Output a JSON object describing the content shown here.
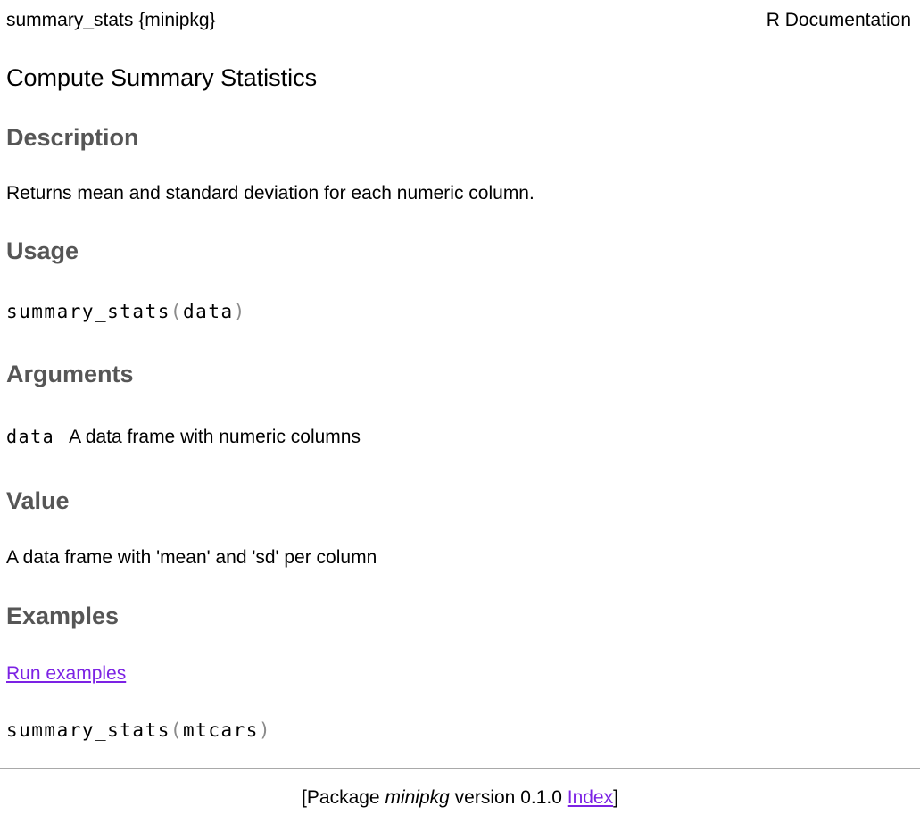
{
  "header": {
    "left": "summary_stats {minipkg}",
    "right": "R Documentation"
  },
  "title": "Compute Summary Statistics",
  "sections": {
    "description": {
      "heading": "Description",
      "body": "Returns mean and standard deviation for each numeric column."
    },
    "usage": {
      "heading": "Usage",
      "code": {
        "fn": "summary_stats",
        "open_paren": "(",
        "arg": "data",
        "close_paren": ")"
      }
    },
    "arguments": {
      "heading": "Arguments",
      "rows": [
        {
          "name": "data",
          "description": "A data frame with numeric columns"
        }
      ]
    },
    "value": {
      "heading": "Value",
      "body": "A data frame with 'mean' and 'sd' per column"
    },
    "examples": {
      "heading": "Examples",
      "run_link_label": "Run examples",
      "code": {
        "fn": "summary_stats",
        "open_paren": "(",
        "arg": "mtcars",
        "close_paren": ")"
      }
    }
  },
  "footer": {
    "prefix": "[Package ",
    "package_name": "minipkg",
    "middle": " version 0.1.0 ",
    "index_link_label": "Index",
    "suffix": "]"
  },
  "colors": {
    "heading": "#565656",
    "link": "#7c22e4",
    "paren": "#8a8a8a",
    "text": "#000000",
    "divider": "#a9a9a9"
  }
}
